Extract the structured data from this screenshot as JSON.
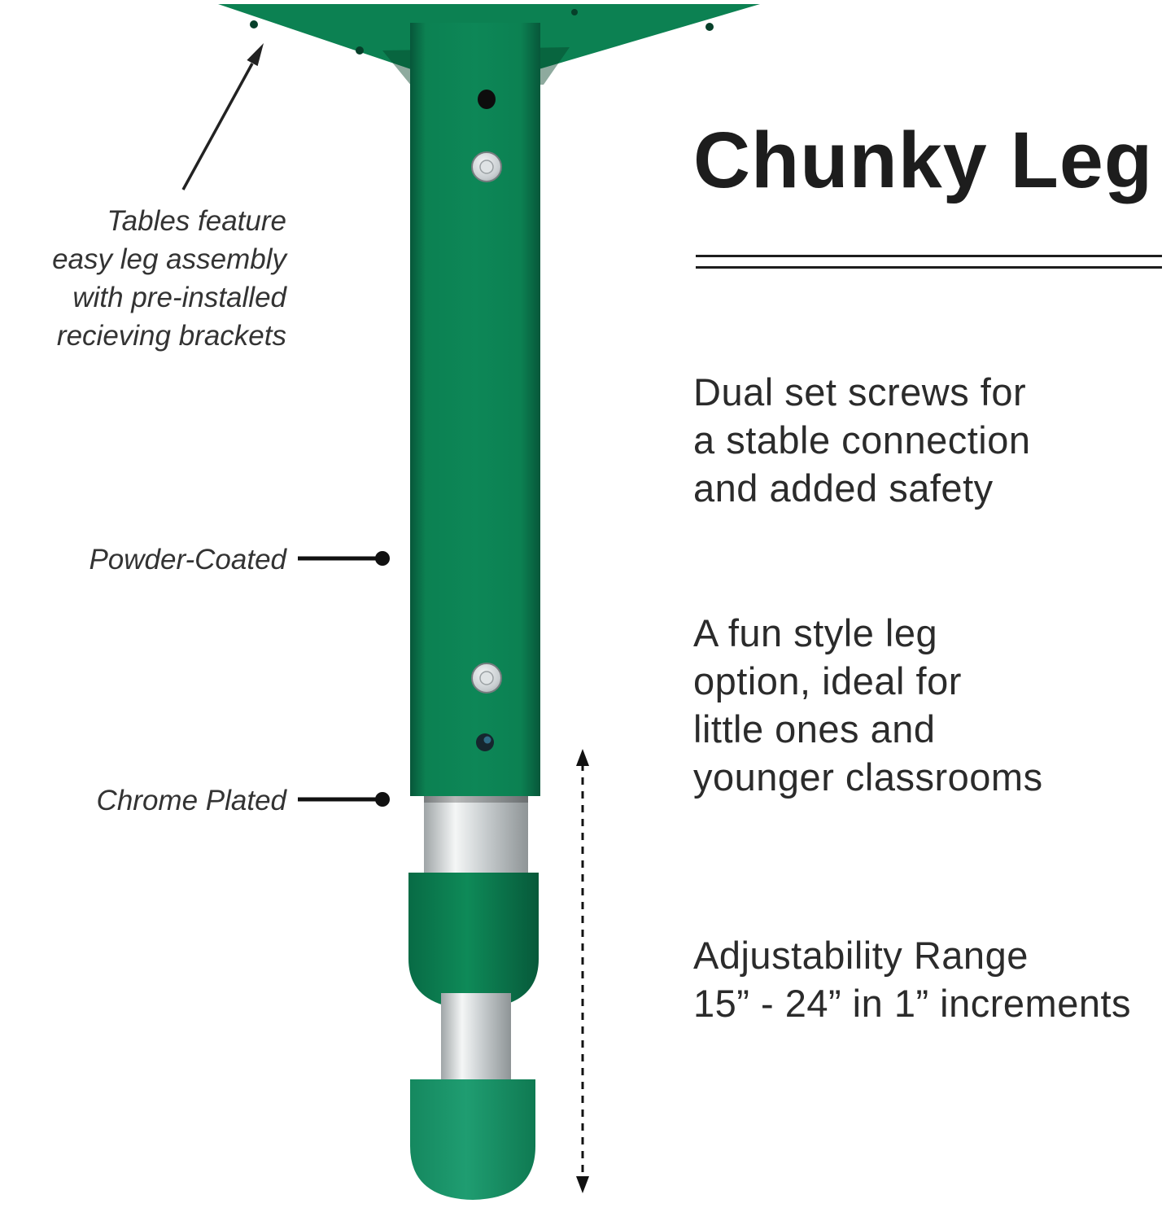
{
  "title": "Chunky Leg",
  "annotations": {
    "assembly_note": "Tables feature\neasy leg assembly\nwith pre-installed\nrecieving brackets",
    "powder_coated": "Powder-Coated",
    "chrome_plated": "Chrome Plated"
  },
  "features": [
    {
      "text": "Dual set screws for\na stable connection\nand added safety"
    },
    {
      "text": "A fun style leg\noption, ideal for\nlittle ones and\nyounger classrooms"
    },
    {
      "text": "Adjustability Range\n15” - 24” in 1” increments"
    }
  ],
  "illustration": {
    "parts": [
      "mounting-plate",
      "powder-coated-leg-body",
      "chrome-plated-upper-section",
      "adjustment-collar",
      "chrome-plated-lower-tube",
      "foot-cap",
      "adjustability-measure-arrow",
      "assembly-pointer-arrow",
      "powder-coated-pointer-line",
      "chrome-plated-pointer-line"
    ]
  },
  "colors": {
    "leg_green": "#0c8152",
    "leg_green_dark": "#07573a",
    "leg_green_light": "#0d8757",
    "collar_green": "#0e8a58",
    "foot_teal": "#1f9d71",
    "chrome_light": "#f4f6f6",
    "chrome_mid": "#c6cbcd",
    "chrome_dark": "#9fa5a7",
    "ink": "#1d1d1d",
    "text_dark": "#2b2b2b"
  }
}
